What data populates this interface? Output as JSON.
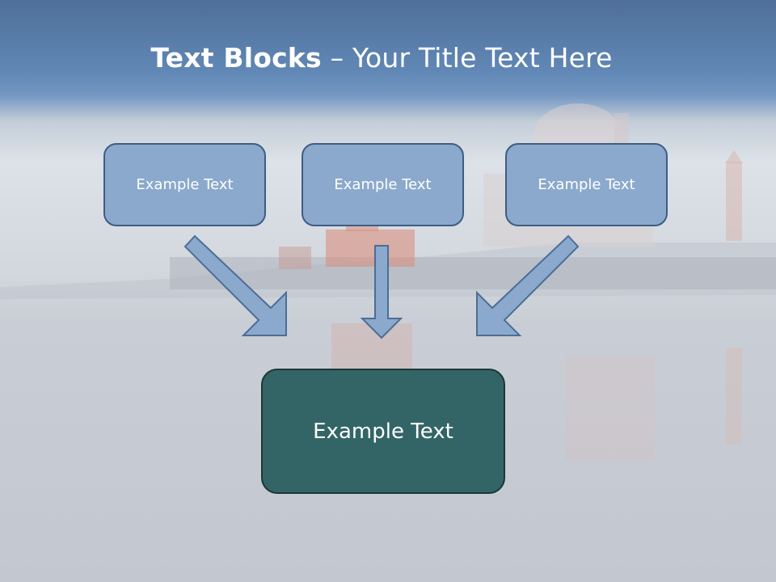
{
  "slide": {
    "title_bold": "Text Blocks",
    "title_dash": " – ",
    "title_rest": "Your Title Text Here"
  },
  "blocks": {
    "left": {
      "label": "Example Text"
    },
    "center": {
      "label": "Example Text"
    },
    "right": {
      "label": "Example Text"
    },
    "main": {
      "label": "Example Text"
    }
  },
  "colors": {
    "header_blue": "#6188b6",
    "block_fill": "#8aa9cc",
    "block_border": "#3e5d83",
    "main_fill": "#336566",
    "main_border": "#1d3637",
    "arrow_fill": "#8aa9cc",
    "arrow_stroke": "#4c6d95"
  }
}
